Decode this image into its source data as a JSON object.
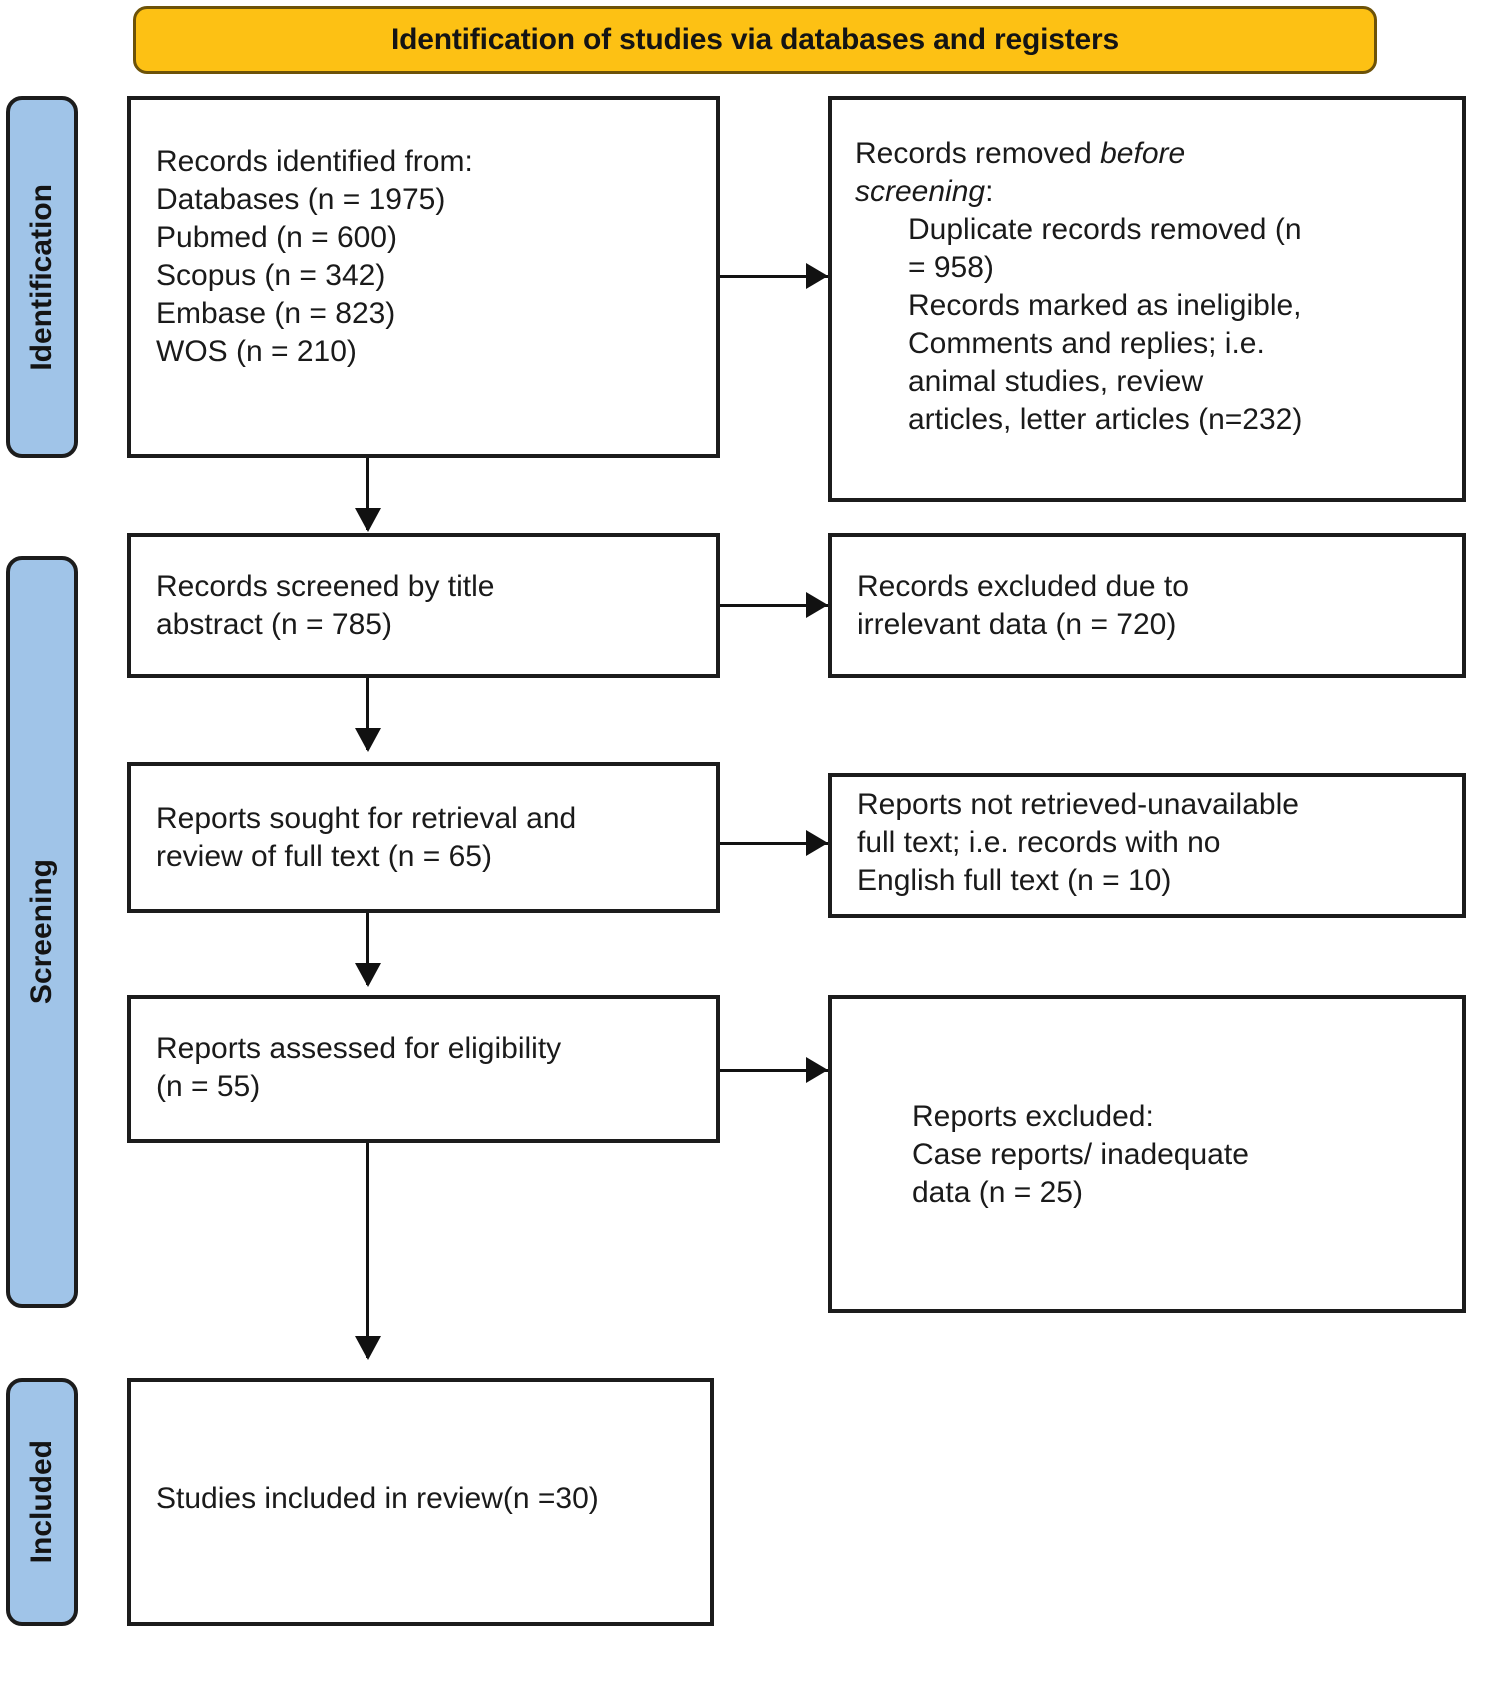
{
  "banner": {
    "title": "Identification of studies via databases and registers"
  },
  "stages": [
    {
      "id": "identification",
      "label": "Identification"
    },
    {
      "id": "screening",
      "label": "Screening"
    },
    {
      "id": "included",
      "label": "Included"
    }
  ],
  "boxes": {
    "records_identified": {
      "lines": [
        "Records identified from:",
        "Databases (n = 1975)",
        "Pubmed (n = 600)",
        "Scopus (n = 342)",
        "Embase (n = 823)",
        "WOS (n = 210)"
      ]
    },
    "records_removed": {
      "heading_pre": "Records removed ",
      "heading_italic": "before",
      "heading_italic2": "screening",
      "heading_post": ":",
      "indented_lines": [
        "Duplicate records removed (n",
        "= 958)",
        "Records marked as ineligible,",
        "Comments and replies; i.e.",
        "animal studies, review",
        "articles, letter articles (n=232)"
      ]
    },
    "records_screened": {
      "lines": [
        "Records screened by title",
        "abstract (n = 785)"
      ]
    },
    "records_excluded": {
      "lines": [
        "Records excluded due to",
        "irrelevant data (n = 720)"
      ]
    },
    "reports_sought": {
      "lines": [
        "Reports sought for retrieval and",
        "review of full text (n = 65)"
      ]
    },
    "reports_not_retrieved": {
      "lines": [
        "Reports not retrieved-unavailable",
        "full text; i.e. records with no",
        "English full text (n = 10)"
      ]
    },
    "reports_assessed": {
      "lines": [
        "Reports assessed for eligibility",
        "(n = 55)"
      ]
    },
    "reports_excluded": {
      "lines": [
        "Reports excluded:",
        "Case reports/ inadequate",
        "data (n = 25)"
      ]
    },
    "studies_included": {
      "lines": [
        "Studies included in review(n =30)"
      ]
    }
  },
  "colors": {
    "banner_fill": "#FDC114",
    "banner_border": "#6D5208",
    "stage_fill": "#A0C4E8",
    "box_border": "#1C1C1C",
    "text": "#1A1A1A"
  }
}
